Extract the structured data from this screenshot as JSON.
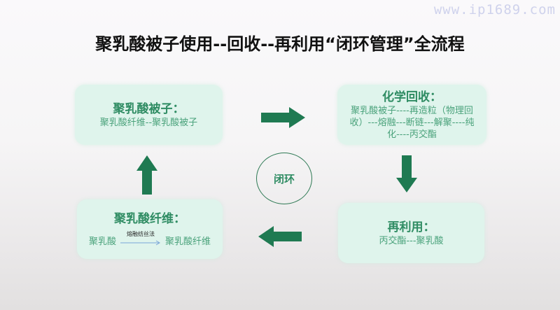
{
  "watermark": "www.ip1689.com",
  "title": "聚乳酸被子使用--回收--再利用“闭环管理”全流程",
  "center": {
    "label": "闭环"
  },
  "colors": {
    "arrow": "#1f7a52",
    "box_bg": "#dff4ec",
    "text_green": "#3f9a72"
  },
  "boxes": {
    "top_left": {
      "heading": "聚乳酸被子：",
      "body": "聚乳酸纤维--聚乳酸被子"
    },
    "top_right": {
      "heading": "化学回收：",
      "body": "聚乳酸被子----再造粒（物理回收）---熔融---断链---解聚----纯化----丙交酯"
    },
    "bottom_right": {
      "heading": "再利用：",
      "body": "丙交酯---聚乳酸"
    },
    "bottom_left": {
      "heading": "聚乳酸纤维：",
      "from": "聚乳酸",
      "process": "熔融纺丝法",
      "to": "聚乳酸纤维"
    }
  },
  "arrows": [
    {
      "id": "right",
      "direction": "right"
    },
    {
      "id": "down",
      "direction": "down"
    },
    {
      "id": "left",
      "direction": "left"
    },
    {
      "id": "up",
      "direction": "up"
    }
  ]
}
